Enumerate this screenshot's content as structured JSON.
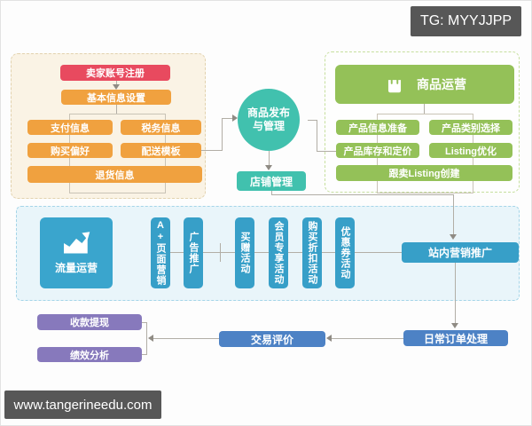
{
  "watermark": {
    "tg": "TG: MYYJJPP",
    "site": "www.tangerineedu.com"
  },
  "account": {
    "register": "卖家账号注册",
    "basic_info": "基本信息设置",
    "payment": "支付信息",
    "tax": "税务信息",
    "preference": "购买偏好",
    "shipping_template": "配送模板",
    "returns": "退货信息"
  },
  "publish": {
    "line1": "商品发布",
    "line2": "与管理",
    "store": "店铺管理"
  },
  "product": {
    "title": "商品运营",
    "info_prep": "产品信息准备",
    "category": "产品类别选择",
    "stock_pricing": "产品库存和定价",
    "listing_opt": "Listing优化",
    "follow_listing": "跟卖Listing创建"
  },
  "traffic": {
    "title": "流量运营",
    "activities": [
      "A+页面营销",
      "广告推广",
      "买赠活动",
      "会员专享活动",
      "购买折扣活动",
      "优惠券活动"
    ],
    "onsite": "站内营销推广"
  },
  "bottom": {
    "orders": "日常订单处理",
    "review": "交易评价",
    "withdraw": "收款提现",
    "performance": "绩效分析"
  },
  "colors": {
    "red": "#e84a5f",
    "orange": "#f0a13f",
    "green": "#94c158",
    "teal": "#41c1ae",
    "blue": "#379fc8",
    "steel_blue": "#4d82c5",
    "purple": "#8779bc",
    "dark_gray": "#575757",
    "traffic_bg": "#e9f5fa"
  }
}
